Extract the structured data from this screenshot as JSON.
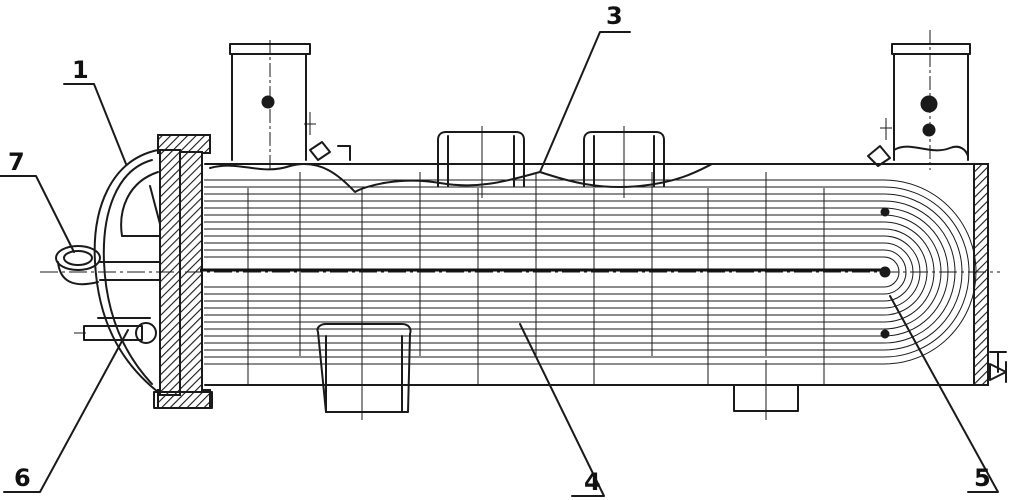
{
  "diagram": {
    "callouts": [
      {
        "id": "1",
        "text": "1"
      },
      {
        "id": "3",
        "text": "3"
      },
      {
        "id": "4",
        "text": "4"
      },
      {
        "id": "5",
        "text": "5"
      },
      {
        "id": "6",
        "text": "6"
      },
      {
        "id": "7",
        "text": "7"
      }
    ]
  }
}
